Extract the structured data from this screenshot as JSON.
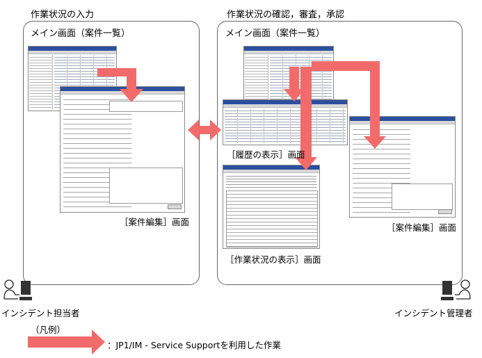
{
  "left_section": {
    "title": "作業状況の入力",
    "panel_title": "メイン画面（案件一覧）",
    "caption": "［案件編集］画面"
  },
  "right_section": {
    "title": "作業状況の確認，審査，承認",
    "panel_title": "メイン画面（案件一覧）",
    "caption_history": "［履歴の表示］画面",
    "caption_edit": "［案件編集］画面",
    "caption_status": "［作業状況の表示］画面"
  },
  "roles": {
    "left": "インシデント担当者",
    "right": "インシデント管理者"
  },
  "legend": {
    "title": "（凡例）",
    "text": "：JP1/IM - Service Supportを利用した作業"
  },
  "colors": {
    "arrow": "#f26b6b",
    "panel_border": "#666666",
    "window_title": "#2c4f9e"
  },
  "icons": [
    "person-at-computer-icon",
    "person-at-computer-icon"
  ]
}
